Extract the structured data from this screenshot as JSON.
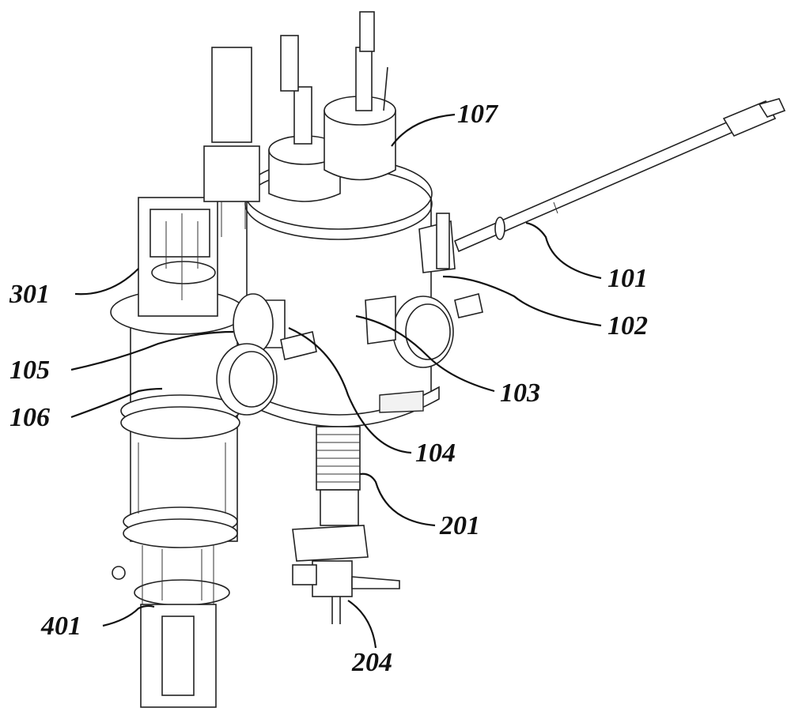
{
  "figure": {
    "type": "patent-drawing",
    "labels": [
      {
        "id": "107",
        "text": "107"
      },
      {
        "id": "101",
        "text": "101"
      },
      {
        "id": "102",
        "text": "102"
      },
      {
        "id": "103",
        "text": "103"
      },
      {
        "id": "104",
        "text": "104"
      },
      {
        "id": "201",
        "text": "201"
      },
      {
        "id": "204",
        "text": "204"
      },
      {
        "id": "301",
        "text": "301"
      },
      {
        "id": "105",
        "text": "105"
      },
      {
        "id": "106",
        "text": "106"
      },
      {
        "id": "401",
        "text": "401"
      }
    ]
  }
}
